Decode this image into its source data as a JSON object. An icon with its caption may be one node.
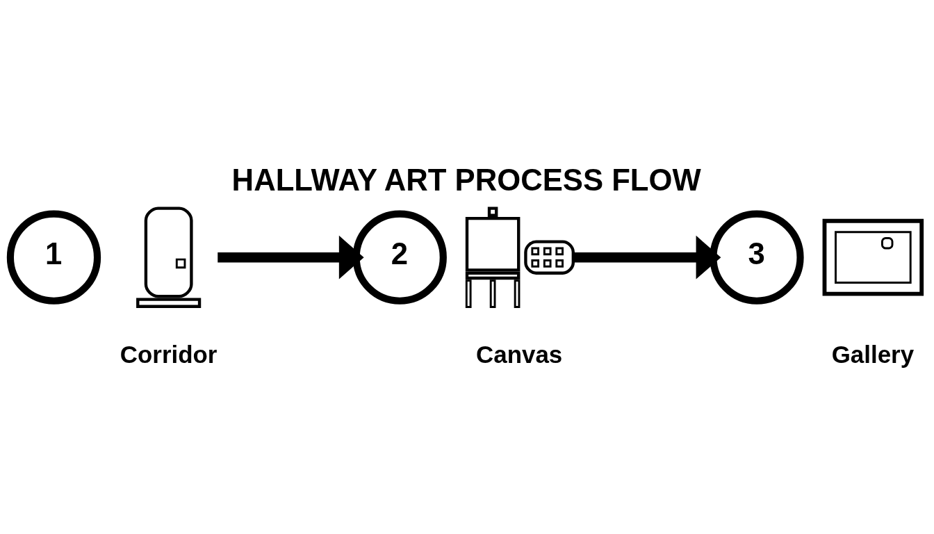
{
  "diagram": {
    "title": "HALLWAY ART PROCESS FLOW",
    "nodes": [
      {
        "text": [
          "1"
        ]
      },
      {
        "text": [],
        "shape": "picture",
        "beside": [
          "Corridor"
        ]
      },
      {
        "text": [
          "2"
        ]
      },
      {
        "text": [],
        "shape": "picture",
        "beside": [
          "Canvas"
        ]
      },
      {
        "text": [
          "3"
        ]
      },
      {
        "text": [],
        "shape": "picture",
        "beside": [
          "Gallery"
        ]
      }
    ],
    "edges": [
      {
        "from": 1,
        "to": 2,
        "arrow": "to"
      },
      {
        "from": 3,
        "to": 4,
        "arrow": "to"
      }
    ]
  }
}
